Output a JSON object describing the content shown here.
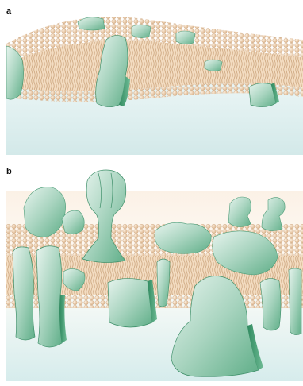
{
  "figure": {
    "panels": [
      {
        "id": "a",
        "label": "a"
      },
      {
        "id": "b",
        "label": "b"
      }
    ],
    "colors": {
      "lipid_head": "#efd2ae",
      "lipid_head_edge": "#c9a27c",
      "lipid_tail": "#d7b58e",
      "protein_light": "#cfe8dc",
      "protein_mid": "#8fc6ad",
      "protein_dark": "#3e9a6e",
      "water": "#dfefef"
    }
  }
}
